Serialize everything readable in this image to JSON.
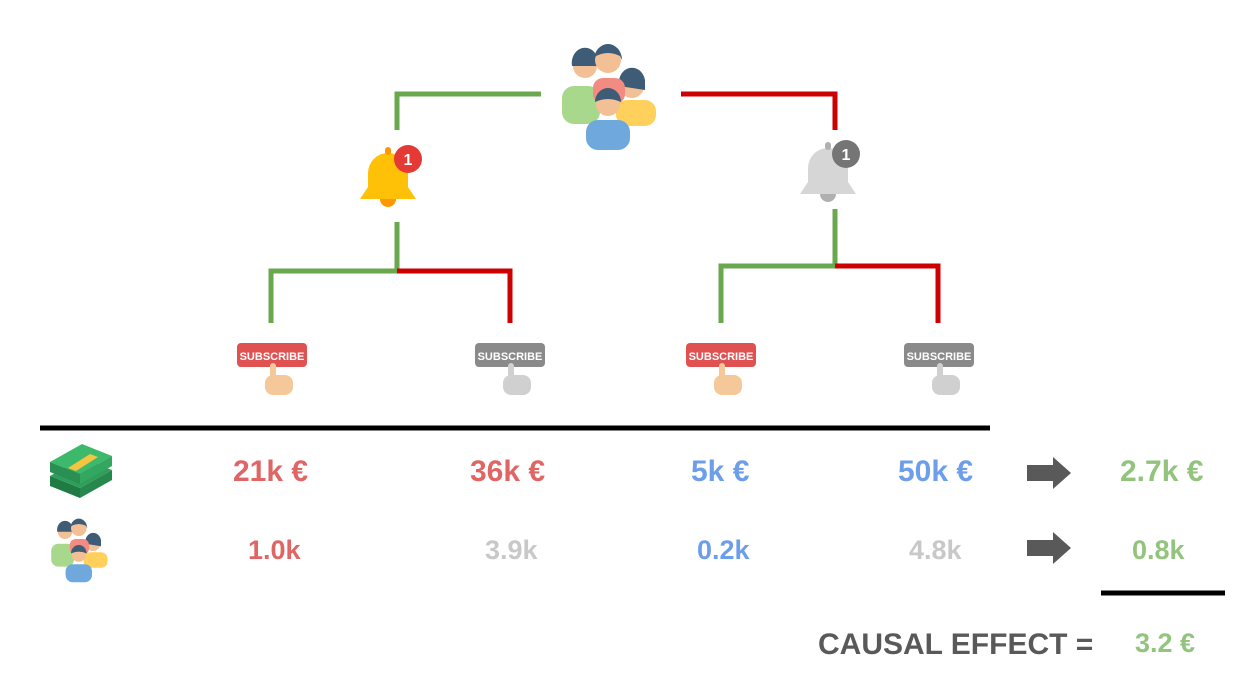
{
  "colors": {
    "treated_branch": "#6aa84f",
    "control_branch": "#cc0000",
    "treated_value": "#e06666",
    "control_value": "#6d9eeb",
    "muted_value": "#c8c8c8",
    "result": "#93c47d",
    "arrow": "#595959"
  },
  "tree": {
    "root": {
      "icon": "group-icon"
    },
    "notification_branch": {
      "icon": "bell-notification-icon",
      "badge": "1"
    },
    "no_notification_branch": {
      "icon": "bell-muted-icon",
      "badge": "1"
    },
    "leaves": [
      {
        "label": "SUBSCRIBE",
        "style": "red"
      },
      {
        "label": "SUBSCRIBE",
        "style": "grey"
      },
      {
        "label": "SUBSCRIBE",
        "style": "red"
      },
      {
        "label": "SUBSCRIBE",
        "style": "grey"
      }
    ]
  },
  "table": {
    "revenue_row": {
      "icon": "money-stack-icon",
      "values": [
        "21k €",
        "36k €",
        "5k €",
        "50k €"
      ],
      "result": "2.7k €"
    },
    "users_row": {
      "icon": "group-icon",
      "values": [
        "1.0k",
        "3.9k",
        "0.2k",
        "4.8k"
      ],
      "result": "0.8k"
    }
  },
  "summary": {
    "label": "CAUSAL EFFECT =",
    "value": "3.2 €"
  }
}
